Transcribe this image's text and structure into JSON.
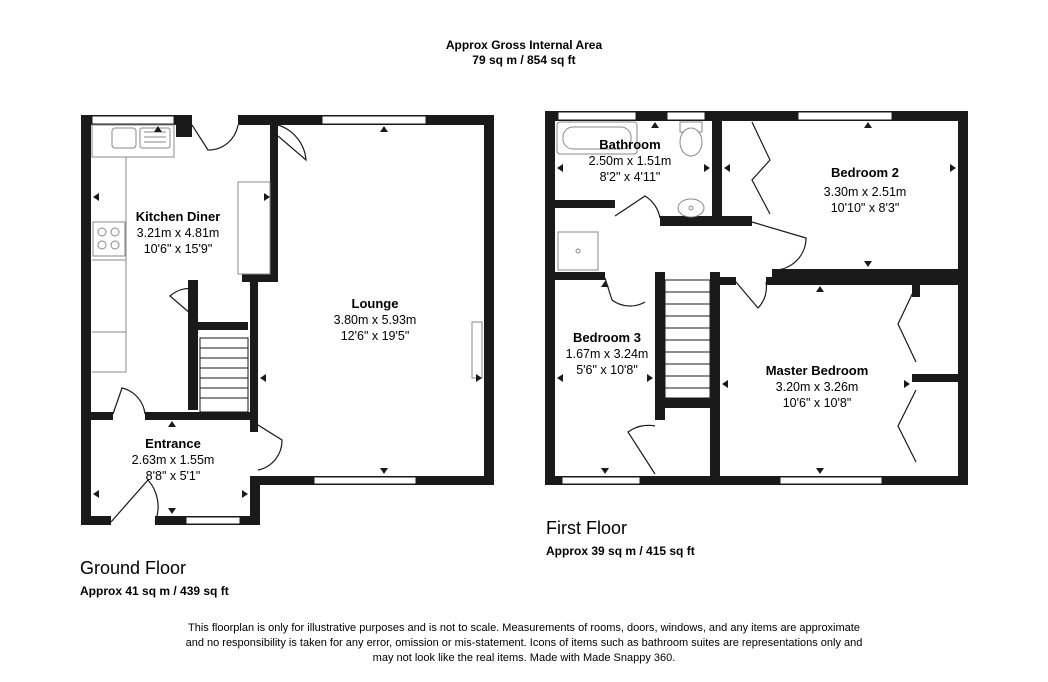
{
  "header": {
    "title_line1": "Approx Gross Internal Area",
    "title_line2": "79 sq m / 854 sq ft"
  },
  "ground_floor": {
    "name": "Ground Floor",
    "area": "Approx 41 sq m / 439 sq ft",
    "rooms": {
      "kitchen": {
        "name": "Kitchen Diner",
        "metric": "3.21m x 4.81m",
        "imperial": "10'6\" x 15'9\""
      },
      "lounge": {
        "name": "Lounge",
        "metric": "3.80m x 5.93m",
        "imperial": "12'6\" x 19'5\""
      },
      "entrance": {
        "name": "Entrance",
        "metric": "2.63m x 1.55m",
        "imperial": "8'8\" x 5'1\""
      }
    }
  },
  "first_floor": {
    "name": "First Floor",
    "area": "Approx 39 sq m / 415 sq ft",
    "rooms": {
      "bathroom": {
        "name": "Bathroom",
        "metric": "2.50m x 1.51m",
        "imperial": "8'2\" x 4'11\""
      },
      "bedroom2": {
        "name": "Bedroom 2",
        "metric": "3.30m x 2.51m",
        "imperial": "10'10\" x 8'3\""
      },
      "bedroom3": {
        "name": "Bedroom 3",
        "metric": "1.67m x 3.24m",
        "imperial": "5'6\" x 10'8\""
      },
      "master": {
        "name": "Master Bedroom",
        "metric": "3.20m x 3.26m",
        "imperial": "10'6\" x 10'8\""
      }
    }
  },
  "disclaimer": {
    "line1": "This floorplan is only for illustrative purposes and is not to scale. Measurements of rooms, doors, windows, and any items are approximate",
    "line2": "and no responsibility is taken for any error, omission or mis-statement. Icons of items such as bathroom suites are representations only and",
    "line3": "may not look like the real items. Made with Made Snappy 360."
  },
  "colors": {
    "wall": "#1a1a1a",
    "fixture": "#888888",
    "background": "#ffffff"
  }
}
